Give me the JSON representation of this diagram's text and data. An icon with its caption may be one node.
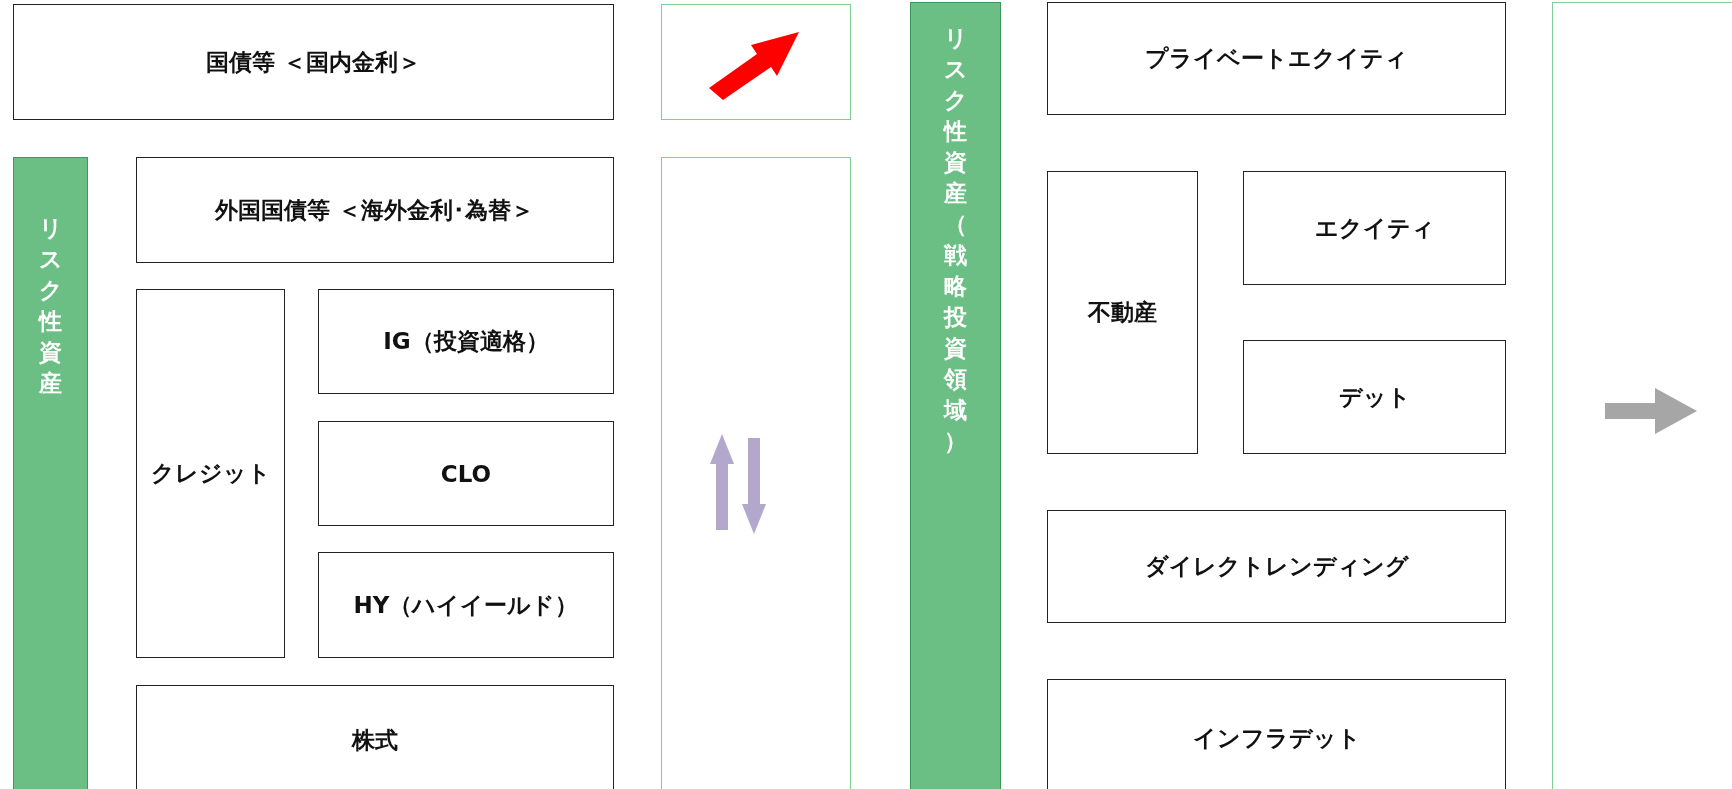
{
  "diagram": {
    "nodes": [
      {
        "text": [
          "国債等 ＜国内金利＞"
        ]
      },
      {
        "text": [],
        "shape": "box"
      },
      {
        "text": [
          "リスク性資産"
        ]
      },
      {
        "text": [
          "外国国債等 ＜海外金利･為替＞"
        ]
      },
      {
        "text": [
          "クレジット"
        ]
      },
      {
        "text": [
          "IG（投資適格）"
        ]
      },
      {
        "text": [
          "CLO"
        ]
      },
      {
        "text": [
          "HY（ハイイールド）"
        ]
      },
      {
        "text": [
          "株式"
        ]
      },
      {
        "text": [],
        "shape": "box"
      },
      {
        "text": [
          "リスク性資産（戦略投資領域）"
        ]
      },
      {
        "text": [
          "プライベートエクイティ"
        ]
      },
      {
        "text": [
          "不動産"
        ]
      },
      {
        "text": [
          "エクイティ"
        ]
      },
      {
        "text": [
          "デット"
        ]
      },
      {
        "text": [
          "ダイレクトレンディング"
        ]
      },
      {
        "text": [
          "インフラデット"
        ]
      },
      {
        "text": [],
        "shape": "box"
      }
    ]
  }
}
